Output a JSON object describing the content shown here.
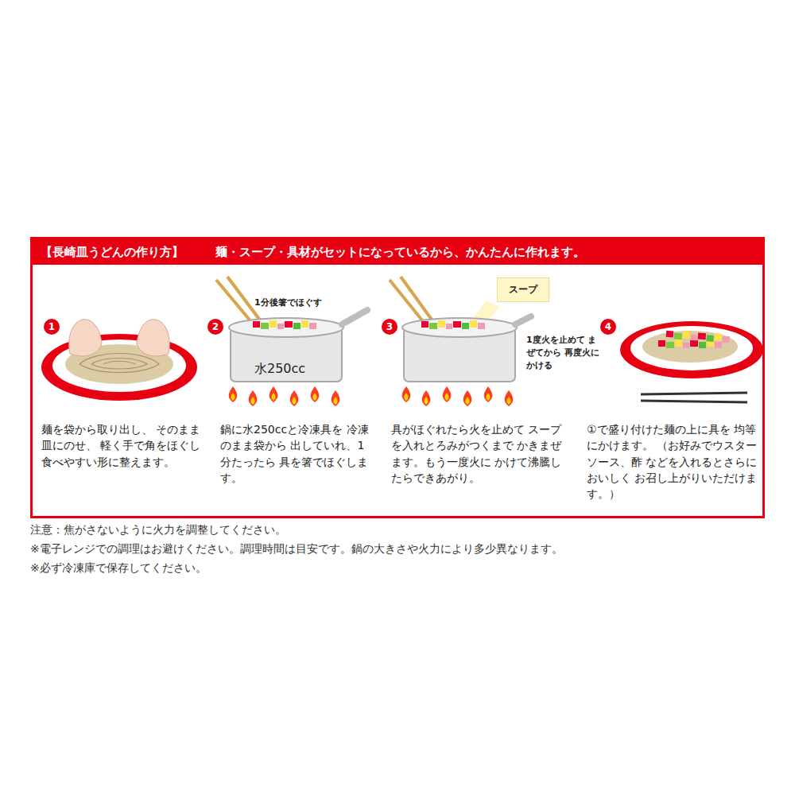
{
  "diagram": {
    "nodes": [
      {
        "text": [
          "【長崎皿うどんの作り方】",
          "麺・スープ・具材がセットになっているから、かんたんに作れます。"
        ]
      },
      {
        "text": [
          "1"
        ],
        "in": 0
      },
      {
        "text": [
          "2"
        ],
        "in": 0
      },
      {
        "text": [
          "3"
        ],
        "in": 0
      },
      {
        "text": [
          "スープ"
        ],
        "in": 0
      },
      {
        "text": [
          "4"
        ],
        "in": 0
      }
    ],
    "edges": [],
    "labels": [
      "1分後箸でほぐす",
      "水250cc",
      "1度火を止めて まぜてから 再度火にかける",
      "麺を袋から取り出し、 そのまま皿にのせ、 軽く手で角をほぐし 食べやすい形に整えます。",
      "鍋に水250ccと冷凍具を 冷凍のまま袋から 出していれ、1分たったら 具を箸でほぐします。",
      "具がほぐれたら火を止めて スープを入れとろみがつくまで かきまぜます。もう一度火に かけて沸騰したらできあがり。",
      "①で盛り付けた麺の上に具を 均等にかけます。 （お好みでウスターソース、酢 などを入れるとさらにおいしく お召し上がりいただけます。）",
      "注意：焦がさないように火力を調整してください。",
      "※電子レンジでの調理はお避けください。調理時間は目安です。鍋の大きさや火力により多少異なります。",
      "※必ず冷凍庫で保存してください。"
    ]
  }
}
